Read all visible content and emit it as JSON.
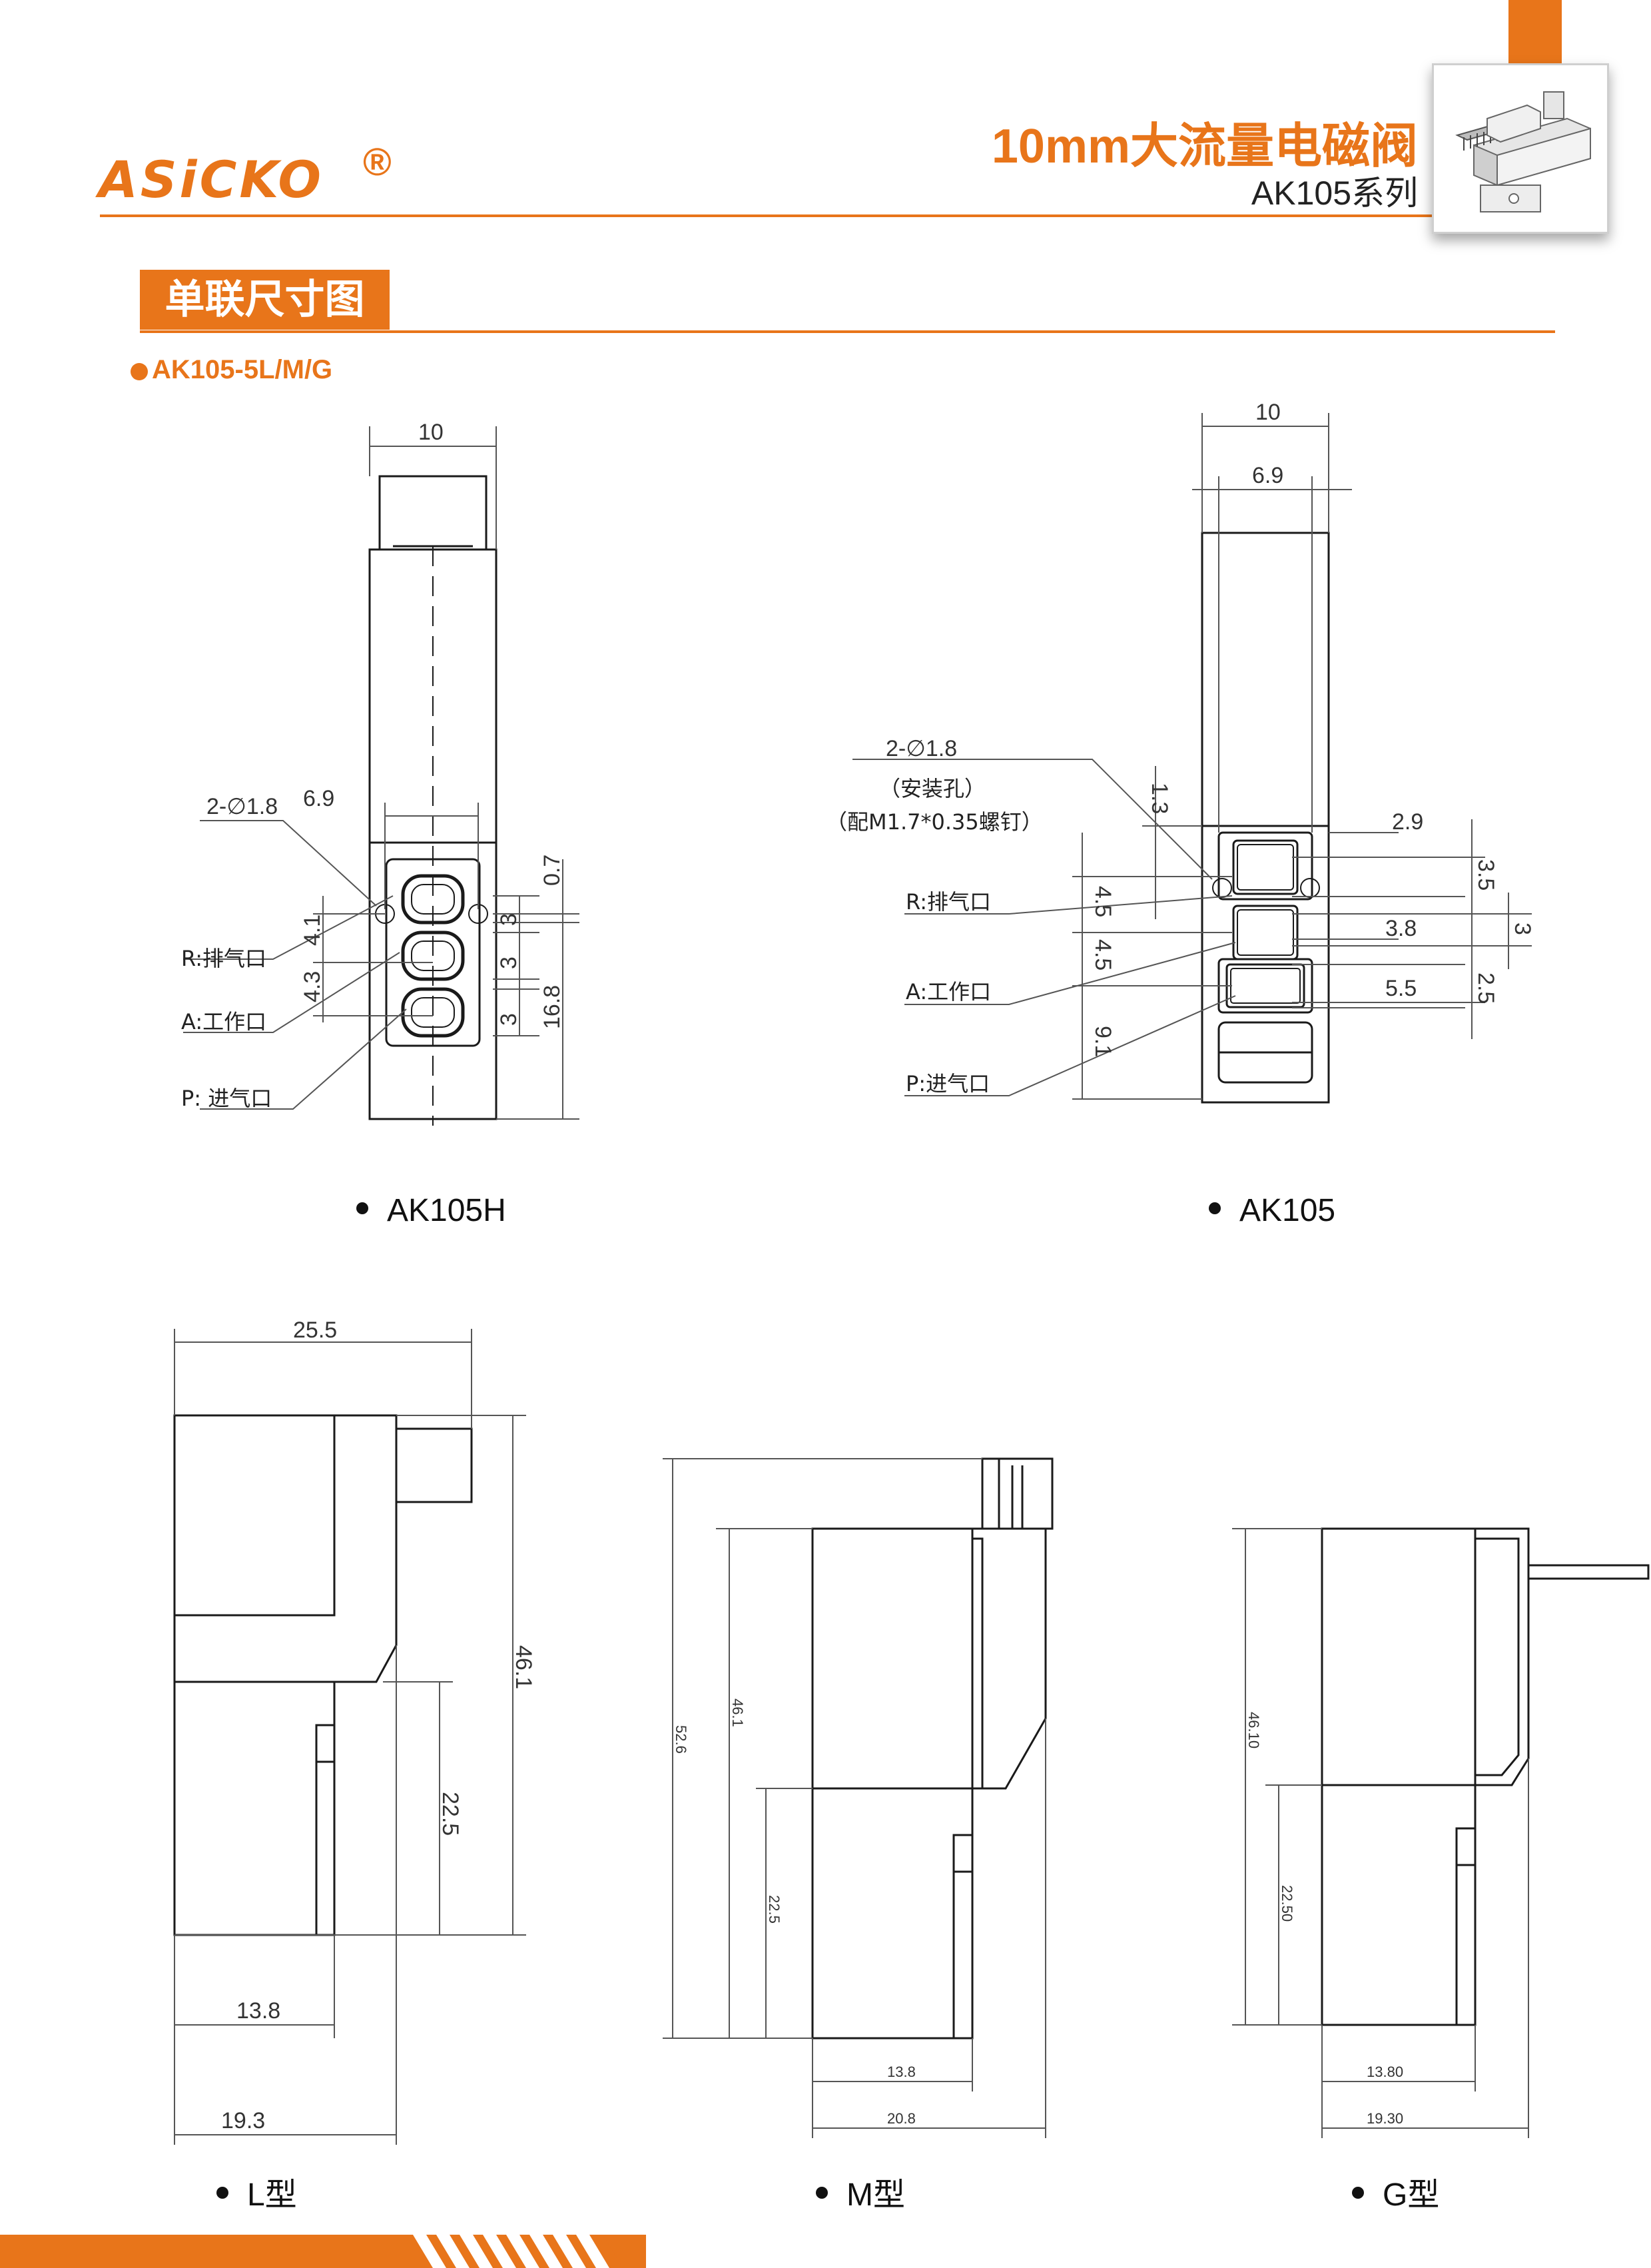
{
  "header": {
    "brand": "ASiCKO",
    "registered_mark": "®",
    "title": "10mm大流量电磁阀",
    "subtitle": "AK105系列"
  },
  "section": {
    "title": "单联尺寸图",
    "model_line": "AK105-5L/M/G"
  },
  "colors": {
    "accent": "#e8751a",
    "line": "#1a1a1a",
    "dim_line": "#555555"
  },
  "drawings": {
    "ak105h": {
      "caption": "AK105H",
      "dims": {
        "width": "10",
        "hole_spacing": "6.9",
        "holes": "2-∅1.8",
        "d1": "4.1",
        "d2": "4.3",
        "d3": "0.7",
        "d4": "3",
        "d5": "3",
        "d6": "3",
        "d7": "16.8"
      },
      "labels": {
        "exhaust": "R:排气口",
        "work": "A:工作口",
        "inlet": "P:  进气口"
      }
    },
    "ak105": {
      "caption": "AK105",
      "dims": {
        "width": "10",
        "inner": "6.9",
        "holes": "2-∅1.8",
        "hole_note": "（安装孔）",
        "screw_note": "（配M1.7*0.35螺钉）",
        "d13": "1.3",
        "d29": "2.9",
        "d35": "3.5",
        "d45a": "4.5",
        "d45b": "4.5",
        "d38": "3.8",
        "d3": "3",
        "d55": "5.5",
        "d25": "2.5",
        "d91": "9.1"
      },
      "labels": {
        "exhaust": "R:排气口",
        "work": "A:工作口",
        "inlet": "P:进气口"
      }
    },
    "l_type": {
      "caption": "L型",
      "dims": {
        "w": "25.5",
        "h": "46.1",
        "h2": "22.5",
        "b1": "13.8",
        "b2": "19.3"
      }
    },
    "m_type": {
      "caption": "M型",
      "dims": {
        "h_total": "52.6",
        "h": "46.1",
        "h2": "22.5",
        "b1": "13.8",
        "b2": "20.8"
      }
    },
    "g_type": {
      "caption": "G型",
      "dims": {
        "h": "46.10",
        "h2": "22.50",
        "b1": "13.80",
        "b2": "19.30"
      }
    }
  }
}
